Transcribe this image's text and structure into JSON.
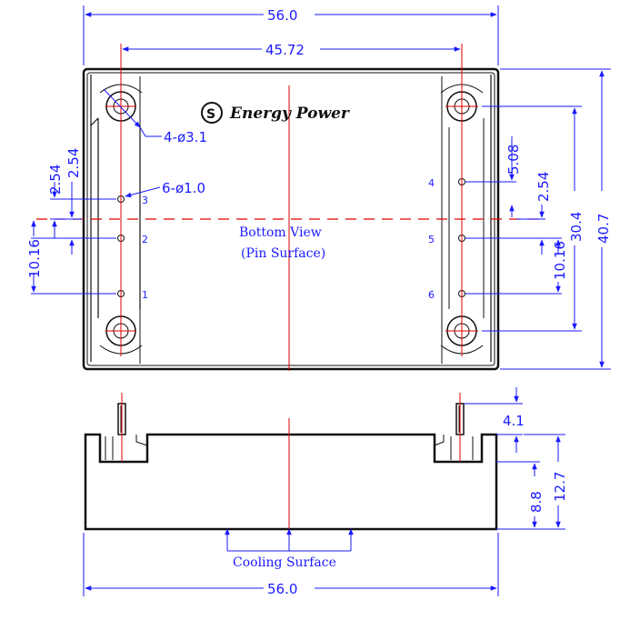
{
  "brand": {
    "name": "Energy Power"
  },
  "top_view": {
    "title": "Bottom View",
    "subtitle": "(Pin Surface)",
    "pins_left": [
      "3",
      "2",
      "1"
    ],
    "pins_right": [
      "4",
      "5",
      "6"
    ]
  },
  "dimensions": {
    "overall_width": "56.0",
    "hole_spacing": "45.72",
    "hole_callout": "4-ø3.1",
    "pin_callout": "6-ø1.0",
    "left_pitch_a": "2.54",
    "left_pitch_b": "2.54",
    "left_span": "10.16",
    "right_offset": "5.08",
    "right_pitch": "2.54",
    "right_span": "10.16",
    "hole_span_vertical": "30.4",
    "overall_height": "40.7"
  },
  "side_view": {
    "pin_length": "4.1",
    "body_height": "8.8",
    "total_height": "12.7",
    "cooling_label": "Cooling Surface",
    "overall_width": "56.0"
  }
}
